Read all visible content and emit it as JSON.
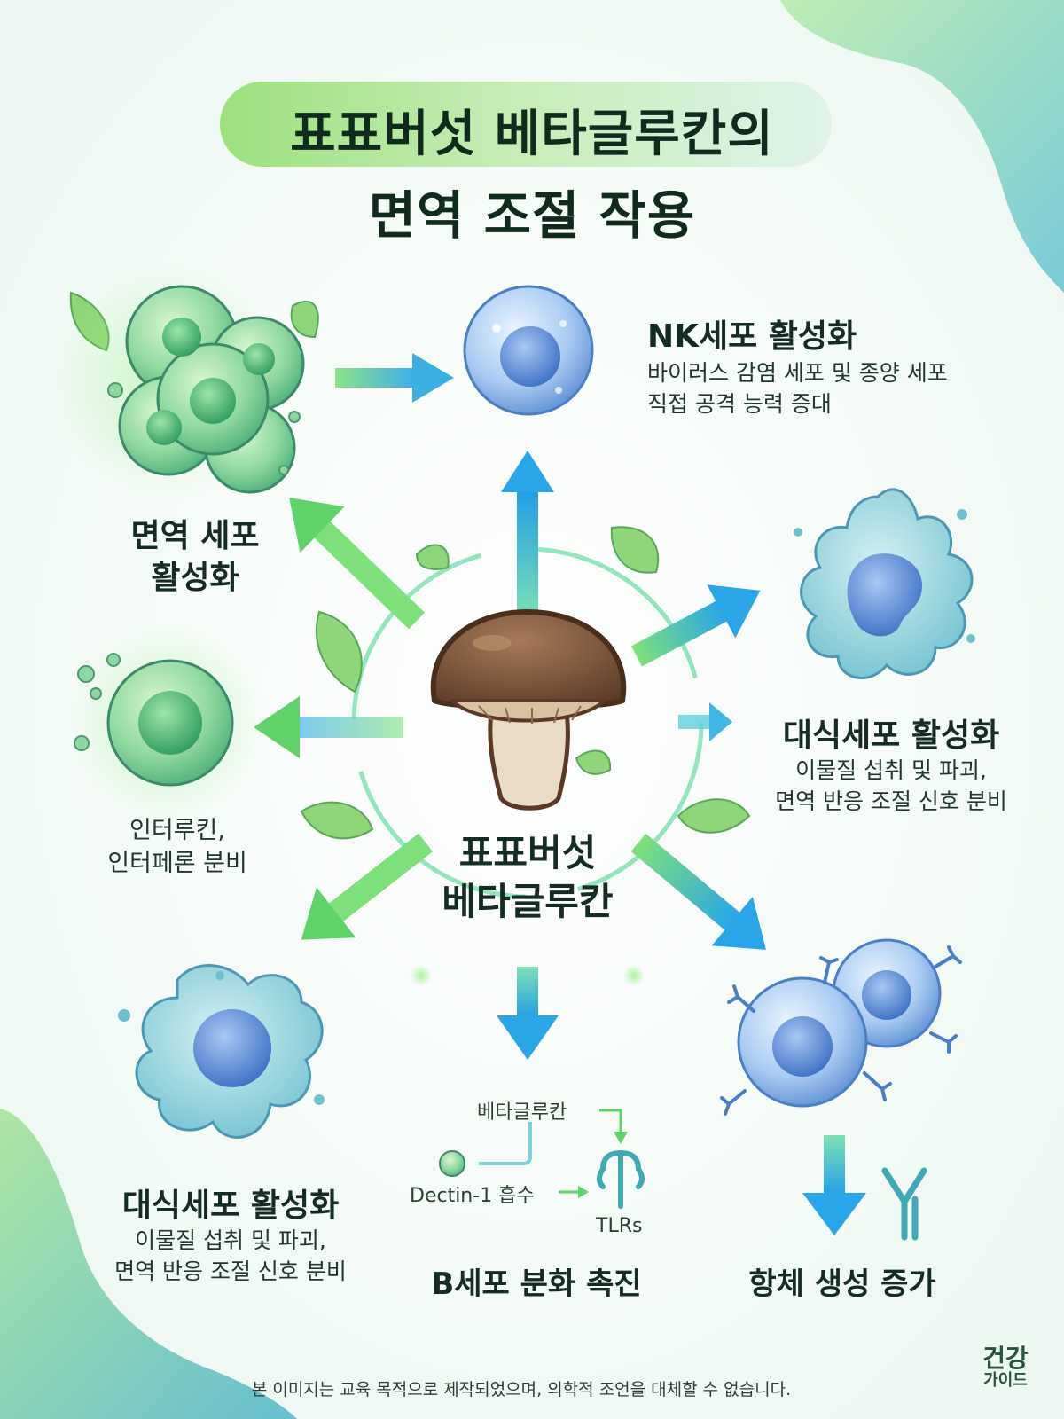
{
  "title": {
    "line1": "표표버섯 베타글루칸의",
    "line2": "면역 조절 작용"
  },
  "center": {
    "name_line1": "표표버섯",
    "name_line2": "베타글루칸"
  },
  "nodes": {
    "immune_activation": {
      "title_line1": "면역 세포",
      "title_line2": "활성화"
    },
    "nk_cell": {
      "title": "NK세포 활성화",
      "desc_line1": "바이러스 감염 세포 및 종양 세포",
      "desc_line2": "직접 공격 능력 증대"
    },
    "macrophage_right": {
      "title": "대식세포 활성화",
      "desc_line1": "이물질 섭취 및 파괴,",
      "desc_line2": "면역 반응 조절 신호 분비"
    },
    "interleukin": {
      "line1": "인터루킨,",
      "line2": "인터페론 분비"
    },
    "macrophage_left": {
      "title": "대식세포 활성화",
      "desc_line1": "이물질 섭취 및 파괴,",
      "desc_line2": "면역 반응 조절 신호 분비"
    },
    "b_cell": {
      "title": "B세포 분화 촉진",
      "mini_beta": "베타글루칸",
      "mini_dectin": "Dectin-1 흡수",
      "mini_tlrs": "TLRs"
    },
    "antibody": {
      "title": "항체 생성 증가"
    }
  },
  "brand": {
    "line1": "건강",
    "line2": "가이드"
  },
  "disclaimer": "본 이미지는 교육 목적으로 제작되었으며, 의학적 조언을 대체할 수 없습니다.",
  "colors": {
    "green": "#5fd36a",
    "blue": "#2fa8e8",
    "mushroom_cap": "#7a5238",
    "cell_green": "#44b86a",
    "cell_blue": "#5a8fd6",
    "text": "#142c22"
  },
  "icons": [
    "mushroom-icon",
    "leaf-icon",
    "cell-icon",
    "macrophage-icon",
    "antibody-icon",
    "receptor-icon",
    "arrow-icon"
  ]
}
